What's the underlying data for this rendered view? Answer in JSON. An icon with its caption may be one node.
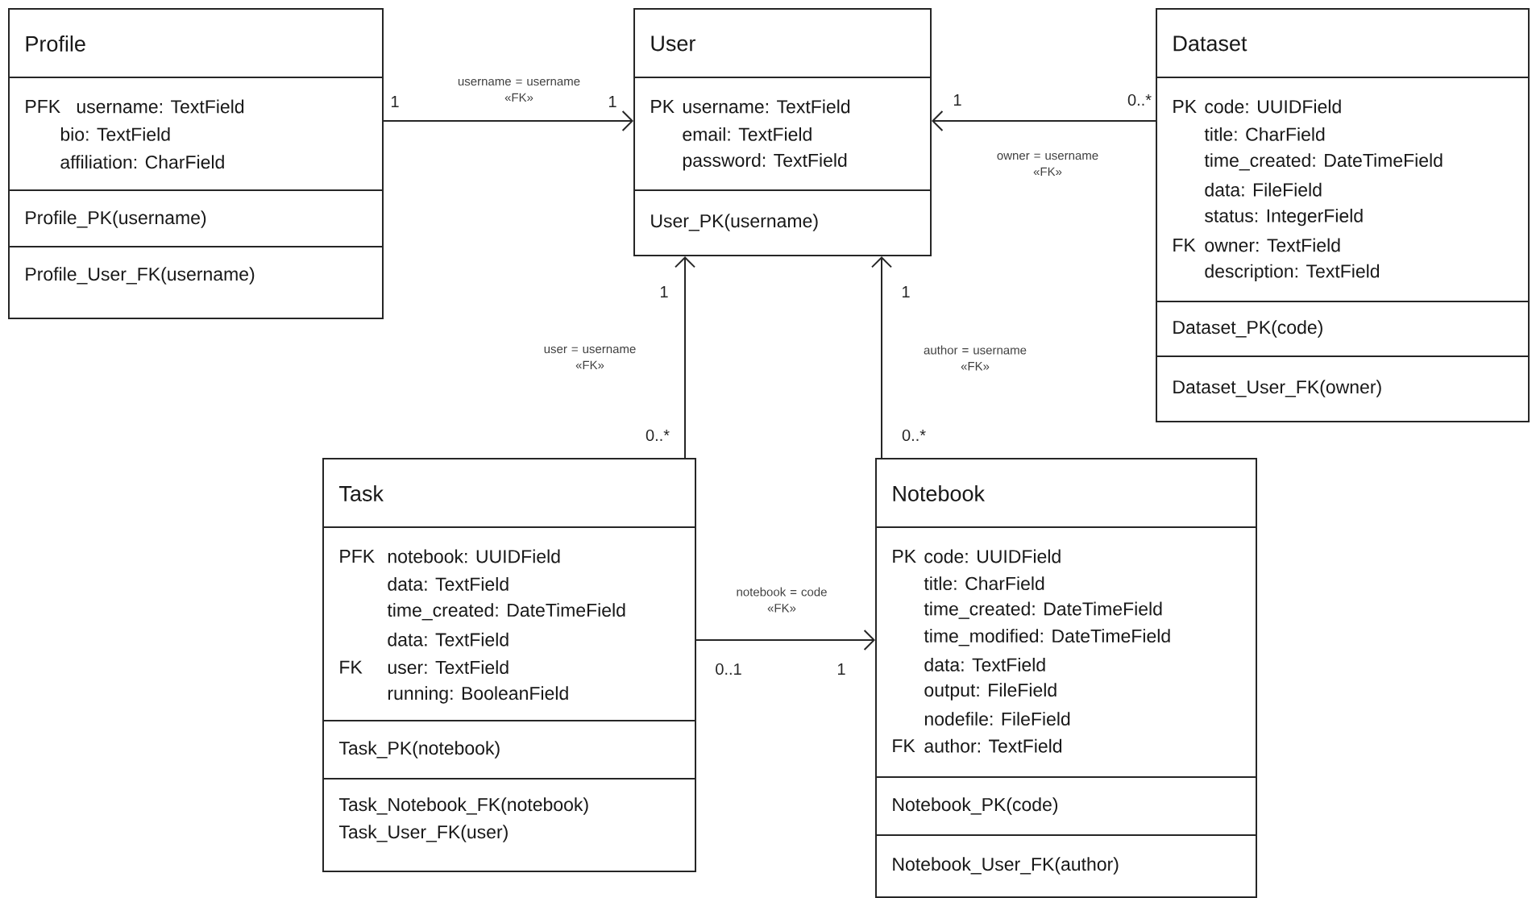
{
  "diagram": {
    "nodes": [
      {
        "text": [
          "Profile",
          "PFK",
          "username: TextField",
          "bio: TextField",
          "affiliation: CharField",
          "Profile_PK(username)",
          "Profile_User_FK(username)"
        ]
      },
      {
        "text": [
          "User",
          "PK",
          "username: TextField",
          "email: TextField",
          "password: TextField",
          "User_PK(username)"
        ]
      },
      {
        "text": [
          "Dataset",
          "PK",
          "code: UUIDField",
          "title: CharField",
          "time_created: DateTimeField",
          "data: FileField",
          "status: IntegerField",
          "FK",
          "owner: TextField",
          "description: TextField",
          "Dataset_PK(code)",
          "Dataset_User_FK(owner)"
        ]
      },
      {
        "text": [
          "Task",
          "PFK",
          "notebook: UUIDField",
          "data: TextField",
          "time_created: DateTimeField",
          "data: TextField",
          "FK",
          "user: TextField",
          "running: BooleanField",
          "Task_PK(notebook)",
          "Task_Notebook_FK(notebook)",
          "Task_User_FK(user)"
        ]
      },
      {
        "text": [
          "Notebook",
          "PK",
          "code: UUIDField",
          "title: CharField",
          "time_created: DateTimeField",
          "time_modified: DateTimeField",
          "data: TextField",
          "output: FileField",
          "nodefile: FileField",
          "FK",
          "author: TextField",
          "Notebook_PK(code)",
          "Notebook_User_FK(author)"
        ]
      }
    ],
    "edges": [
      {
        "from": 0,
        "to": 1,
        "arrow": "to",
        "label": "username = username «FK»"
      },
      {
        "from": 2,
        "to": 1,
        "arrow": "to",
        "label": "owner = username «FK»"
      },
      {
        "from": 3,
        "to": 1,
        "arrow": "to",
        "label": "user = username «FK»"
      },
      {
        "from": 4,
        "to": 1,
        "arrow": "to",
        "label": "author = username «FK»"
      },
      {
        "from": 3,
        "to": 4,
        "arrow": "to",
        "label": "notebook = code «FK»"
      }
    ],
    "labels": [
      "1",
      "1",
      "1",
      "0..*",
      "1",
      "1",
      "0..*",
      "0..*",
      "0..1",
      "1"
    ]
  }
}
